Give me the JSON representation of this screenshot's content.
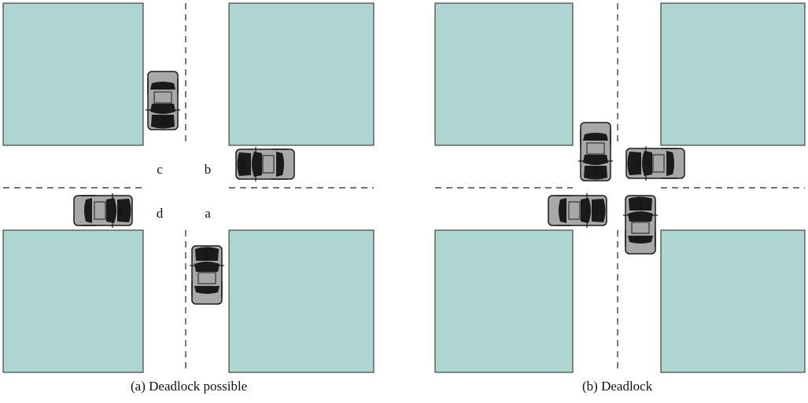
{
  "colors": {
    "block": "#afd5d3",
    "road_edge": "#222222",
    "car_dark": "#1a1a1a",
    "car_light": "#a8a8a8",
    "label": "#111111"
  },
  "panel_a": {
    "caption": "(a) Deadlock possible",
    "quadrants": {
      "a": "a",
      "b": "b",
      "c": "c",
      "d": "d"
    },
    "cars": {
      "car1": "1",
      "car2": "2",
      "car3": "3",
      "car4": "4"
    }
  },
  "panel_b": {
    "caption": "(b) Deadlock",
    "cars": {
      "car1": "1",
      "car2": "2",
      "car3": "3",
      "car4": "4"
    }
  }
}
